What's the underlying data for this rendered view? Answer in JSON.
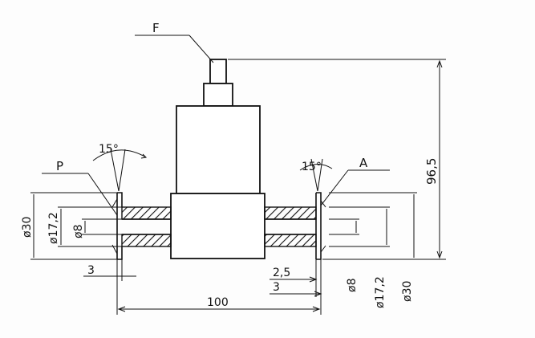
{
  "labels": {
    "f": "F",
    "p": "P",
    "a": "A",
    "angle_left": "15°",
    "angle_right": "15°",
    "height": "96,5",
    "width": "100",
    "left_dia_outer": "ø30",
    "left_dia_mid": "ø17,2",
    "left_dia_inner": "ø8",
    "left_flange": "3",
    "right_gap": "2,5",
    "right_flange": "3",
    "right_dia_inner": "ø8",
    "right_dia_mid": "ø17,2",
    "right_dia_outer": "ø30"
  }
}
